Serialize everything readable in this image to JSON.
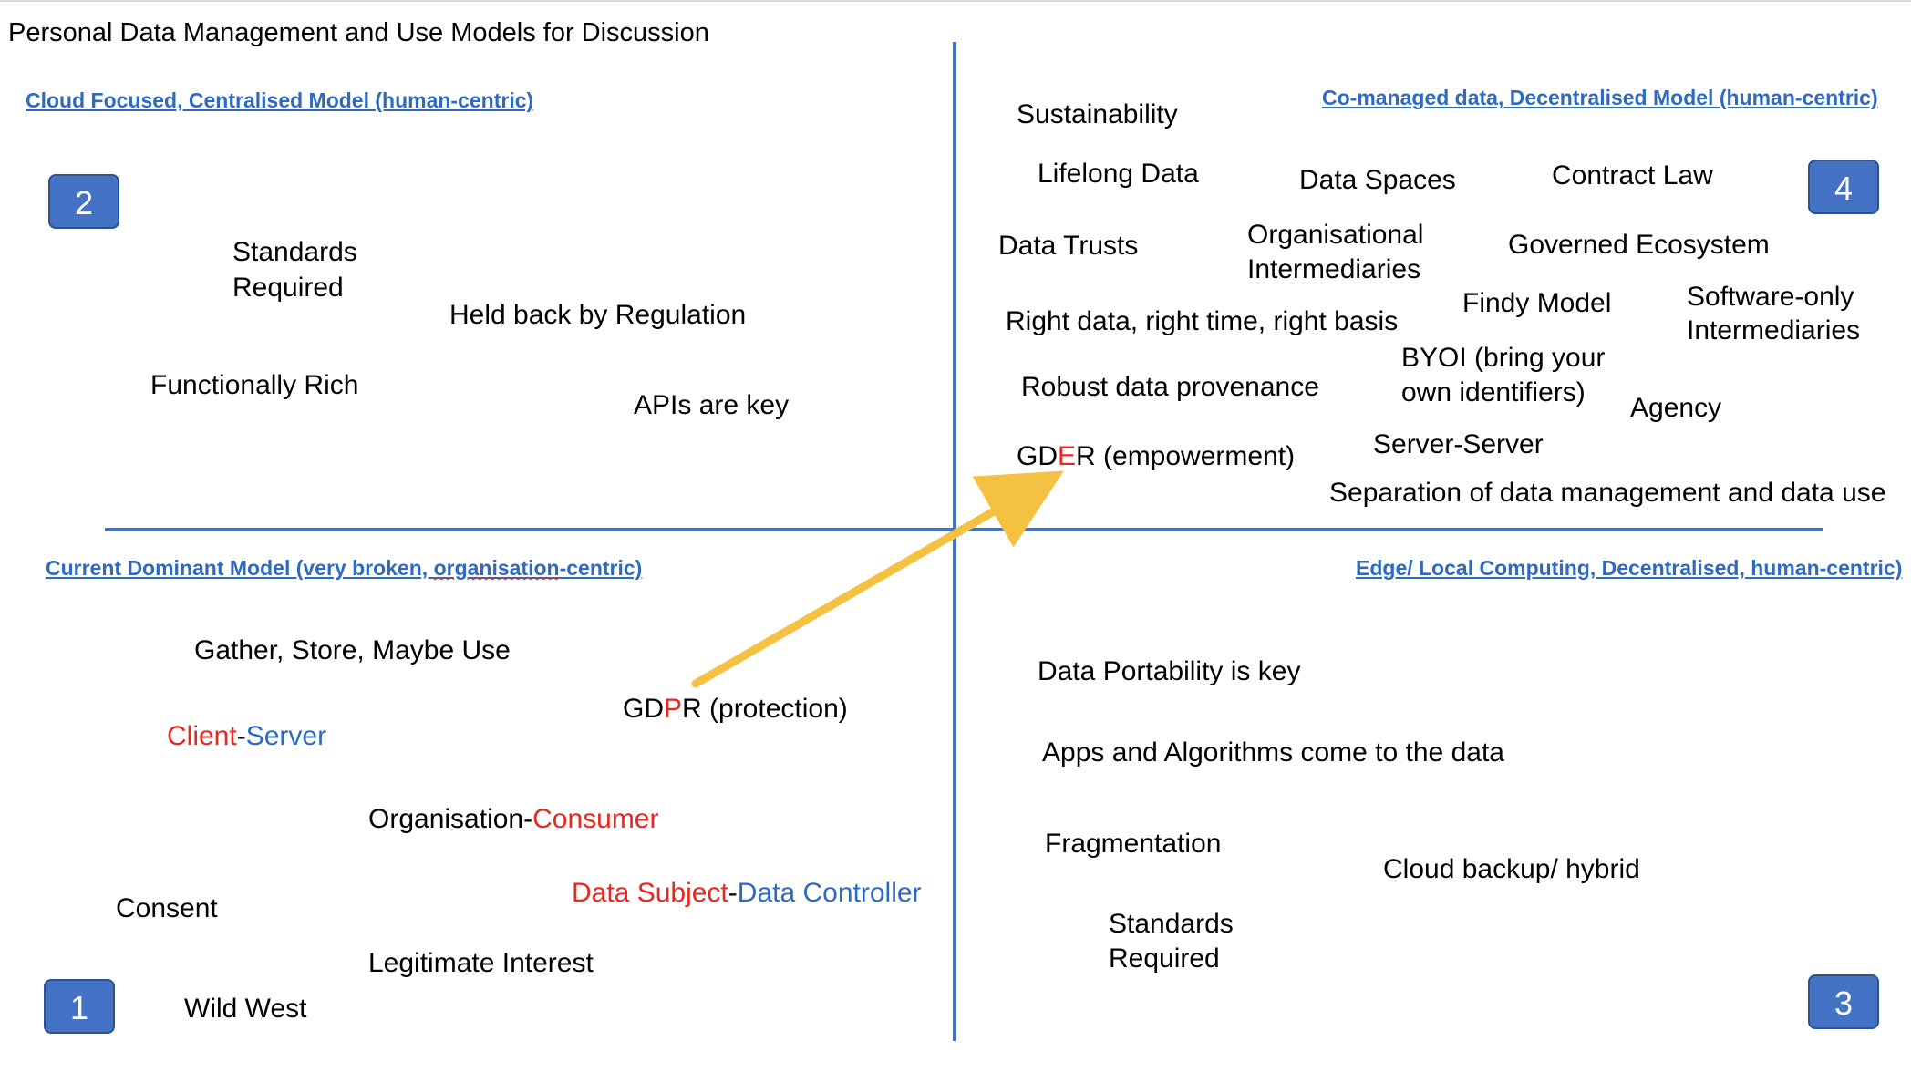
{
  "title": "Personal Data Management and Use Models for Discussion",
  "colors": {
    "axis": "#4472c4",
    "arrow": "#f4c142",
    "heading": "#2e6bc0",
    "red": "#e8281f",
    "blue": "#2e6bc0"
  },
  "q2": {
    "heading": "Cloud Focused, Centralised Model (human-centric)",
    "badge": "2",
    "items": [
      "Standards",
      "Required",
      "Held back by Regulation",
      "Functionally Rich",
      "APIs are key"
    ]
  },
  "q4": {
    "heading": "Co-managed data, Decentralised Model (human-centric)",
    "badge": "4",
    "items": [
      "Sustainability",
      "Lifelong Data",
      "Data Spaces",
      "Contract Law",
      "Data Trusts",
      "Organisational",
      "Intermediaries",
      "Governed Ecosystem",
      "Findy Model",
      "Software-only",
      "Intermediaries",
      "Right data, right time, right basis",
      "BYOI (bring your",
      "own identifiers)",
      "Agency",
      "Robust data provenance",
      "Server-Server",
      "Separation of data management and data use"
    ],
    "gder": {
      "a": "GD",
      "b": "E",
      "c": "R (empowerment)"
    }
  },
  "q1": {
    "heading_a": "Current Dominant Model (very broken, ",
    "heading_b": "organisation",
    "heading_c": "-centric)",
    "badge": "1",
    "items": [
      "Gather, Store, Maybe Use",
      "Consent",
      "Legitimate Interest",
      "Wild West"
    ],
    "gdpr": {
      "a": "GD",
      "b": "P",
      "c": "R (protection)"
    },
    "client_server": {
      "a": "Client",
      "b": "-",
      "c": "Server"
    },
    "org_consumer": {
      "a": "Organisation-",
      "b": "Consumer"
    },
    "subject_controller": {
      "a": "Data Subject",
      "b": "-",
      "c": "Data Controller"
    }
  },
  "q3": {
    "heading": "Edge/ Local Computing, Decentralised, human-centric)",
    "badge": "3",
    "items": [
      "Data Portability is key",
      "Apps and Algorithms come to the data",
      "Fragmentation",
      "Cloud backup/ hybrid",
      "Standards",
      "Required"
    ]
  }
}
